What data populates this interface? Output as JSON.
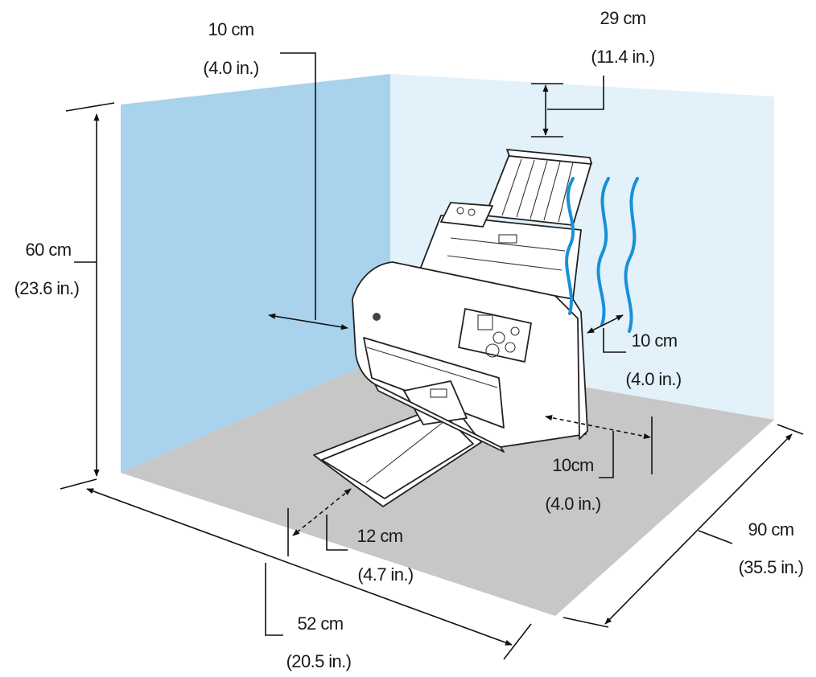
{
  "colors": {
    "left_wall": "#a9d2ec",
    "back_wall": "#e2f1fa",
    "floor": "#c7c7c8",
    "wave": "#1890d8"
  },
  "clearances": {
    "left_side": {
      "metric": "10 cm",
      "imperial": "(4.0 in.)"
    },
    "top": {
      "metric": "29 cm",
      "imperial": "(11.4 in.)"
    },
    "height": {
      "metric": "60 cm",
      "imperial": "(23.6 in.)"
    },
    "rear": {
      "metric": "10 cm",
      "imperial": "(4.0 in.)"
    },
    "right_side": {
      "metric": "10cm",
      "imperial": "(4.0 in.)"
    },
    "front": {
      "metric": "12 cm",
      "imperial": "(4.7 in.)"
    },
    "width": {
      "metric": "52 cm",
      "imperial": "(20.5 in.)"
    },
    "depth": {
      "metric": "90 cm",
      "imperial": "(35.5 in.)"
    }
  }
}
